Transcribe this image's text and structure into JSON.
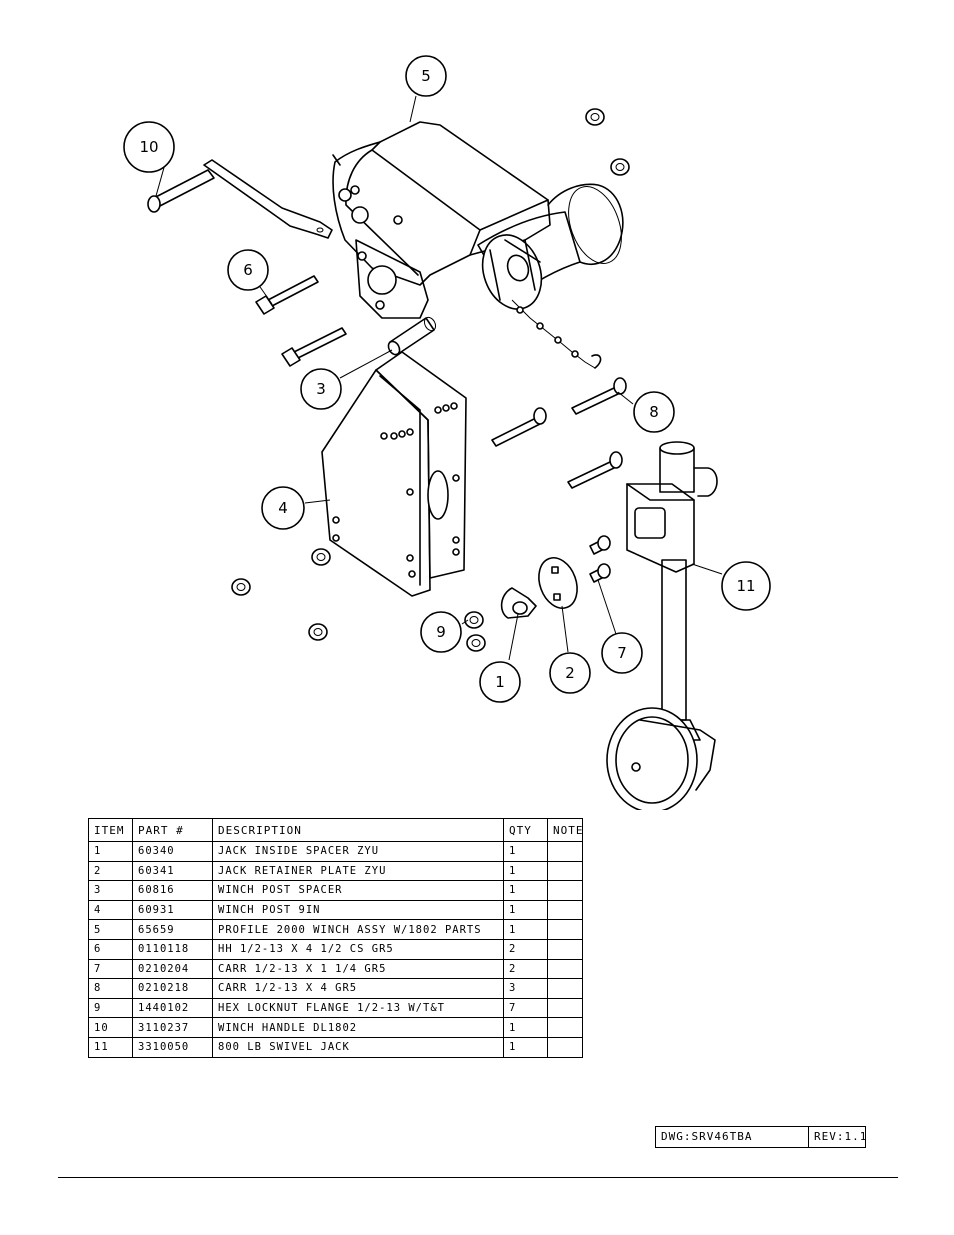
{
  "callouts": [
    {
      "id": "1",
      "label": "1"
    },
    {
      "id": "2",
      "label": "2"
    },
    {
      "id": "3",
      "label": "3"
    },
    {
      "id": "4",
      "label": "4"
    },
    {
      "id": "5",
      "label": "5"
    },
    {
      "id": "6",
      "label": "6"
    },
    {
      "id": "7",
      "label": "7"
    },
    {
      "id": "8",
      "label": "8"
    },
    {
      "id": "9",
      "label": "9"
    },
    {
      "id": "10",
      "label": "10"
    },
    {
      "id": "11",
      "label": "11"
    }
  ],
  "bom": {
    "headers": [
      "ITEM",
      "PART #",
      "DESCRIPTION",
      "QTY",
      "NOTE"
    ],
    "rows": [
      [
        "1",
        "60340",
        "JACK INSIDE SPACER ZYU",
        "1",
        ""
      ],
      [
        "2",
        "60341",
        "JACK RETAINER PLATE ZYU",
        "1",
        ""
      ],
      [
        "3",
        "60816",
        "WINCH POST SPACER",
        "1",
        ""
      ],
      [
        "4",
        "60931",
        "WINCH POST 9IN",
        "1",
        ""
      ],
      [
        "5",
        "65659",
        "PROFILE 2000 WINCH ASSY W/1802 PARTS",
        "1",
        ""
      ],
      [
        "6",
        "0110118",
        "HH 1/2-13 X 4 1/2 CS GR5",
        "2",
        ""
      ],
      [
        "7",
        "0210204",
        "CARR 1/2-13 X 1 1/4 GR5",
        "2",
        ""
      ],
      [
        "8",
        "0210218",
        "CARR 1/2-13 X 4 GR5",
        "3",
        ""
      ],
      [
        "9",
        "1440102",
        "HEX LOCKNUT FLANGE 1/2-13 W/T&T",
        "7",
        ""
      ],
      [
        "10",
        "3110237",
        "WINCH HANDLE  DL1802",
        "1",
        ""
      ],
      [
        "11",
        "3310050",
        "800 LB SWIVEL JACK",
        "1",
        ""
      ]
    ]
  },
  "title_block": {
    "drawing_number": "DWG:SRV46TBA",
    "revision": "REV:1.1"
  }
}
